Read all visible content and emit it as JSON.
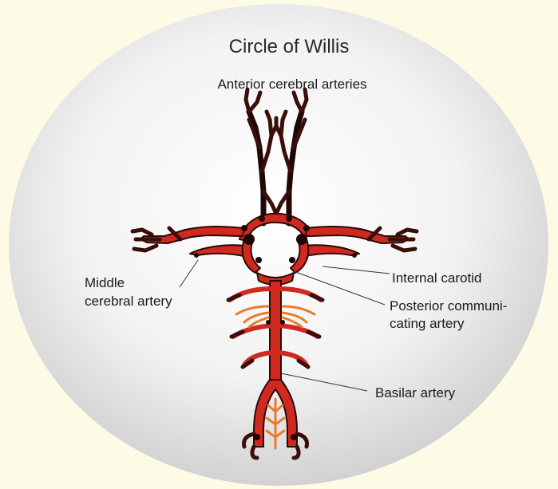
{
  "title": "Circle of Willis",
  "labels": {
    "anterior": "Anterior cerebral arteries",
    "middle_line1": "Middle",
    "middle_line2": "cerebral artery",
    "internal_carotid": "Internal carotid",
    "posterior_line1": "Posterior communi-",
    "posterior_line2": "cating artery",
    "basilar": "Basilar artery"
  },
  "colors": {
    "background": "#fdfbe5",
    "artery": "#d02a20",
    "outline": "#1e0705",
    "branch": "#e77d2c"
  }
}
